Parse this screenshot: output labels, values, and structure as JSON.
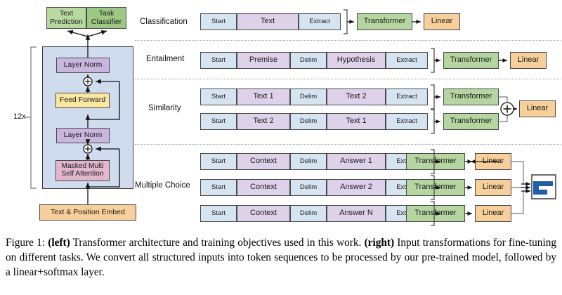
{
  "figure": {
    "caption_prefix": "Figure 1:",
    "caption_bold_left": "(left)",
    "caption_part1": " Transformer architecture and training objectives used in this work. ",
    "caption_bold_right": "(right)",
    "caption_part2": " Input transformations for fine-tuning on different tasks. We convert all structured inputs into token sequences to be processed by our pre-trained model, followed by a linear+softmax layer."
  },
  "left_panel": {
    "repeat_label": "12x",
    "heads": [
      {
        "label": "Text\nPrediction",
        "color": "#b8d9a0"
      },
      {
        "label": "Task\nClassifier",
        "color": "#9dc884"
      }
    ],
    "stack": [
      {
        "label": "Layer Norm",
        "color": "#c9b6de"
      },
      {
        "label": "Feed Forward",
        "color": "#fbe6a2"
      },
      {
        "label": "Layer Norm",
        "color": "#c9b6de"
      },
      {
        "label": "Masked Multi\nSelf Attention",
        "color": "#e2b6cb"
      }
    ],
    "embed": {
      "label": "Text & Position Embed",
      "color": "#f7cf9b"
    },
    "residual_symbol": "+"
  },
  "right_panel": {
    "transformer_label": "Transformer",
    "linear_label": "Linear",
    "sum_symbol": "+",
    "tasks": [
      {
        "name": "Classification",
        "rows": [
          {
            "tokens": [
              {
                "text": "Start",
                "type": "blue",
                "w": 52
              },
              {
                "text": "Text",
                "type": "purple",
                "w": 88
              },
              {
                "text": "Extract",
                "type": "blue",
                "w": 60
              }
            ]
          }
        ]
      },
      {
        "name": "Entailment",
        "rows": [
          {
            "tokens": [
              {
                "text": "Start",
                "type": "blue",
                "w": 52
              },
              {
                "text": "Premise",
                "type": "purple",
                "w": 76
              },
              {
                "text": "Delim",
                "type": "blue",
                "w": 52
              },
              {
                "text": "Hypothesis",
                "type": "purple",
                "w": 84
              },
              {
                "text": "Extract",
                "type": "blue",
                "w": 60
              }
            ]
          }
        ]
      },
      {
        "name": "Similarity",
        "rows": [
          {
            "tokens": [
              {
                "text": "Start",
                "type": "blue",
                "w": 52
              },
              {
                "text": "Text 1",
                "type": "purple",
                "w": 76
              },
              {
                "text": "Delim",
                "type": "blue",
                "w": 52
              },
              {
                "text": "Text 2",
                "type": "purple",
                "w": 84
              },
              {
                "text": "Extract",
                "type": "blue",
                "w": 60
              }
            ]
          },
          {
            "tokens": [
              {
                "text": "Start",
                "type": "blue",
                "w": 52
              },
              {
                "text": "Text 2",
                "type": "purple",
                "w": 76
              },
              {
                "text": "Delim",
                "type": "blue",
                "w": 52
              },
              {
                "text": "Text 1",
                "type": "purple",
                "w": 84
              },
              {
                "text": "Extract",
                "type": "blue",
                "w": 60
              }
            ]
          }
        ]
      },
      {
        "name": "Multiple Choice",
        "rows": [
          {
            "tokens": [
              {
                "text": "Start",
                "type": "blue",
                "w": 52
              },
              {
                "text": "Context",
                "type": "purple",
                "w": 76
              },
              {
                "text": "Delim",
                "type": "blue",
                "w": 52
              },
              {
                "text": "Answer 1",
                "type": "purple",
                "w": 84
              },
              {
                "text": "Extract",
                "type": "blue",
                "w": 60
              }
            ]
          },
          {
            "tokens": [
              {
                "text": "Start",
                "type": "blue",
                "w": 52
              },
              {
                "text": "Context",
                "type": "purple",
                "w": 76
              },
              {
                "text": "Delim",
                "type": "blue",
                "w": 52
              },
              {
                "text": "Answer 2",
                "type": "purple",
                "w": 84
              },
              {
                "text": "Extract",
                "type": "blue",
                "w": 60
              }
            ]
          },
          {
            "tokens": [
              {
                "text": "Start",
                "type": "blue",
                "w": 52
              },
              {
                "text": "Context",
                "type": "purple",
                "w": 76
              },
              {
                "text": "Delim",
                "type": "blue",
                "w": 52
              },
              {
                "text": "Answer N",
                "type": "purple",
                "w": 84
              },
              {
                "text": "Extract",
                "type": "blue",
                "w": 60
              }
            ]
          }
        ]
      }
    ],
    "softmax_widget": {
      "bars": [
        28,
        8,
        20
      ],
      "bar_color": "#1f5fa8"
    }
  },
  "colors": {
    "token_blue": "#d6e4f2",
    "token_purple": "#ded2ea",
    "transformer_green": "#b5d6a0",
    "linear_orange": "#f7cf9b",
    "panel_blue": "#cfdcee",
    "stroke": "#3c3c3c"
  }
}
